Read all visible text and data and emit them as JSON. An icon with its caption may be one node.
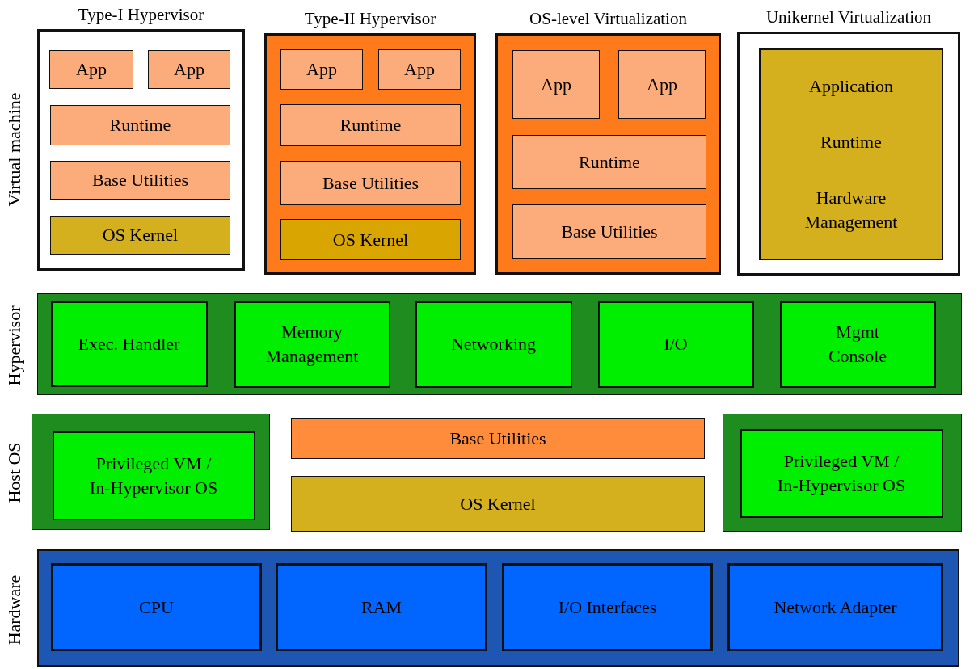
{
  "diagram": {
    "nodes": [
      {
        "text": [
          "Type-I Hypervisor"
        ]
      },
      {
        "text": [
          "App"
        ],
        "in": 0
      },
      {
        "text": [
          "App"
        ],
        "in": 0
      },
      {
        "text": [
          "Runtime"
        ],
        "in": 0
      },
      {
        "text": [
          "Base Utilities"
        ],
        "in": 0
      },
      {
        "text": [
          "OS Kernel"
        ],
        "in": 0
      },
      {
        "text": [
          "Type-II Hypervisor"
        ]
      },
      {
        "text": [
          "App"
        ],
        "in": 6
      },
      {
        "text": [
          "App"
        ],
        "in": 6
      },
      {
        "text": [
          "Runtime"
        ],
        "in": 6
      },
      {
        "text": [
          "Base Utilities"
        ],
        "in": 6
      },
      {
        "text": [
          "OS Kernel"
        ],
        "in": 6
      },
      {
        "text": [
          "OS-level Virtualization"
        ]
      },
      {
        "text": [
          "App"
        ],
        "in": 12
      },
      {
        "text": [
          "App"
        ],
        "in": 12
      },
      {
        "text": [
          "Runtime"
        ],
        "in": 12
      },
      {
        "text": [
          "Base Utilities"
        ],
        "in": 12
      },
      {
        "text": [
          "Unikernel Virtualization"
        ]
      },
      {
        "text": [
          "Application",
          "Runtime",
          "Hardware Management"
        ],
        "in": 17
      },
      {
        "text": [],
        "shape": "box"
      },
      {
        "text": [
          "Exec. Handler"
        ],
        "in": 19
      },
      {
        "text": [
          "Memory Management"
        ],
        "in": 19
      },
      {
        "text": [
          "Networking"
        ],
        "in": 19
      },
      {
        "text": [
          "I/O"
        ],
        "in": 19
      },
      {
        "text": [
          "Mgmt Console"
        ],
        "in": 19
      },
      {
        "text": [],
        "shape": "box"
      },
      {
        "text": [
          "Privileged VM / In-Hypervisor OS"
        ],
        "in": 25
      },
      {
        "text": [
          "Base Utilities"
        ]
      },
      {
        "text": [
          "OS Kernel"
        ]
      },
      {
        "text": [],
        "shape": "box"
      },
      {
        "text": [
          "Privileged VM / In-Hypervisor OS"
        ],
        "in": 29
      },
      {
        "text": [],
        "shape": "box"
      },
      {
        "text": [
          "CPU"
        ],
        "in": 31
      },
      {
        "text": [
          "RAM"
        ],
        "in": 31
      },
      {
        "text": [
          "I/O Interfaces"
        ],
        "in": 31
      },
      {
        "text": [
          "Network Adapter"
        ],
        "in": 31
      }
    ],
    "labels": [
      "Virtual machine",
      "Hypervisor",
      "Host OS",
      "Hardware"
    ]
  }
}
